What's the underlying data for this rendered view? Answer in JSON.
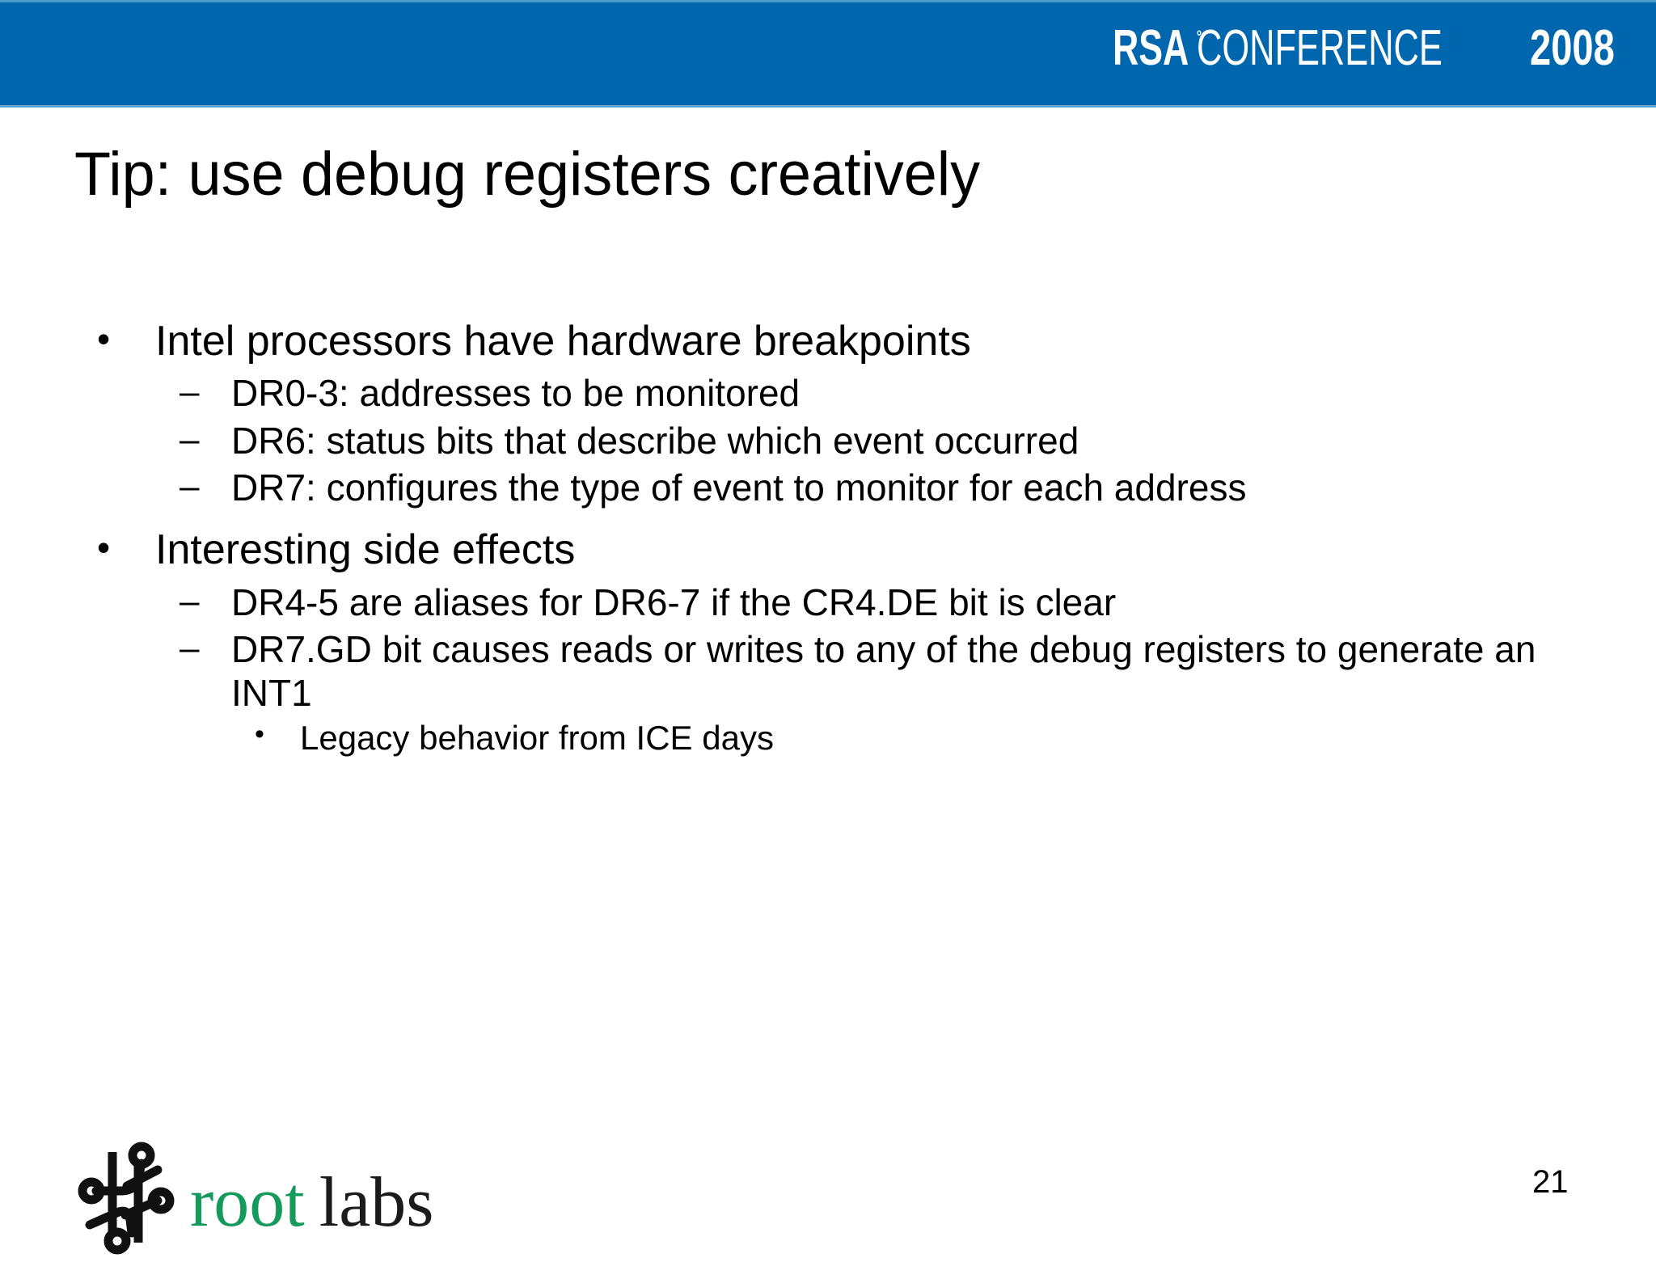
{
  "header": {
    "background_color": "#0066AE",
    "logo": {
      "name": "rsa-conference-2008-logo",
      "part_bold": "RSA",
      "part_superscript": "°",
      "part_light": "CONFERENCE",
      "part_year": "2008",
      "full_text": "RSACONFERENCE2008",
      "text_color": "#FFFFFF"
    }
  },
  "slide": {
    "title": "Tip: use debug registers creatively",
    "page_number": "21",
    "bullets": [
      {
        "level": 1,
        "marker": "•",
        "text": "Intel processors have hardware breakpoints"
      },
      {
        "level": 2,
        "marker": "–",
        "text": "DR0-3: addresses to be monitored"
      },
      {
        "level": 2,
        "marker": "–",
        "text": "DR6: status bits that describe which event occurred"
      },
      {
        "level": 2,
        "marker": "–",
        "text": "DR7: configures the type of event to monitor for each address"
      },
      {
        "level": 1,
        "marker": "•",
        "text": "Interesting side effects"
      },
      {
        "level": 2,
        "marker": "–",
        "text": "DR4-5 are aliases for DR6-7 if the CR4.DE bit is clear"
      },
      {
        "level": 2,
        "marker": "–",
        "text": "DR7.GD bit causes reads or writes to any of the debug registers to generate an INT1"
      },
      {
        "level": 3,
        "marker": "•",
        "text": "Legacy behavior from ICE days"
      }
    ]
  },
  "footer": {
    "logo": {
      "name": "root-labs-logo",
      "mark_name": "circuit-trace-icon",
      "word_root": "root",
      "word_labs": "labs",
      "root_color": "#16995C",
      "labs_color": "#1B1B1B"
    }
  }
}
